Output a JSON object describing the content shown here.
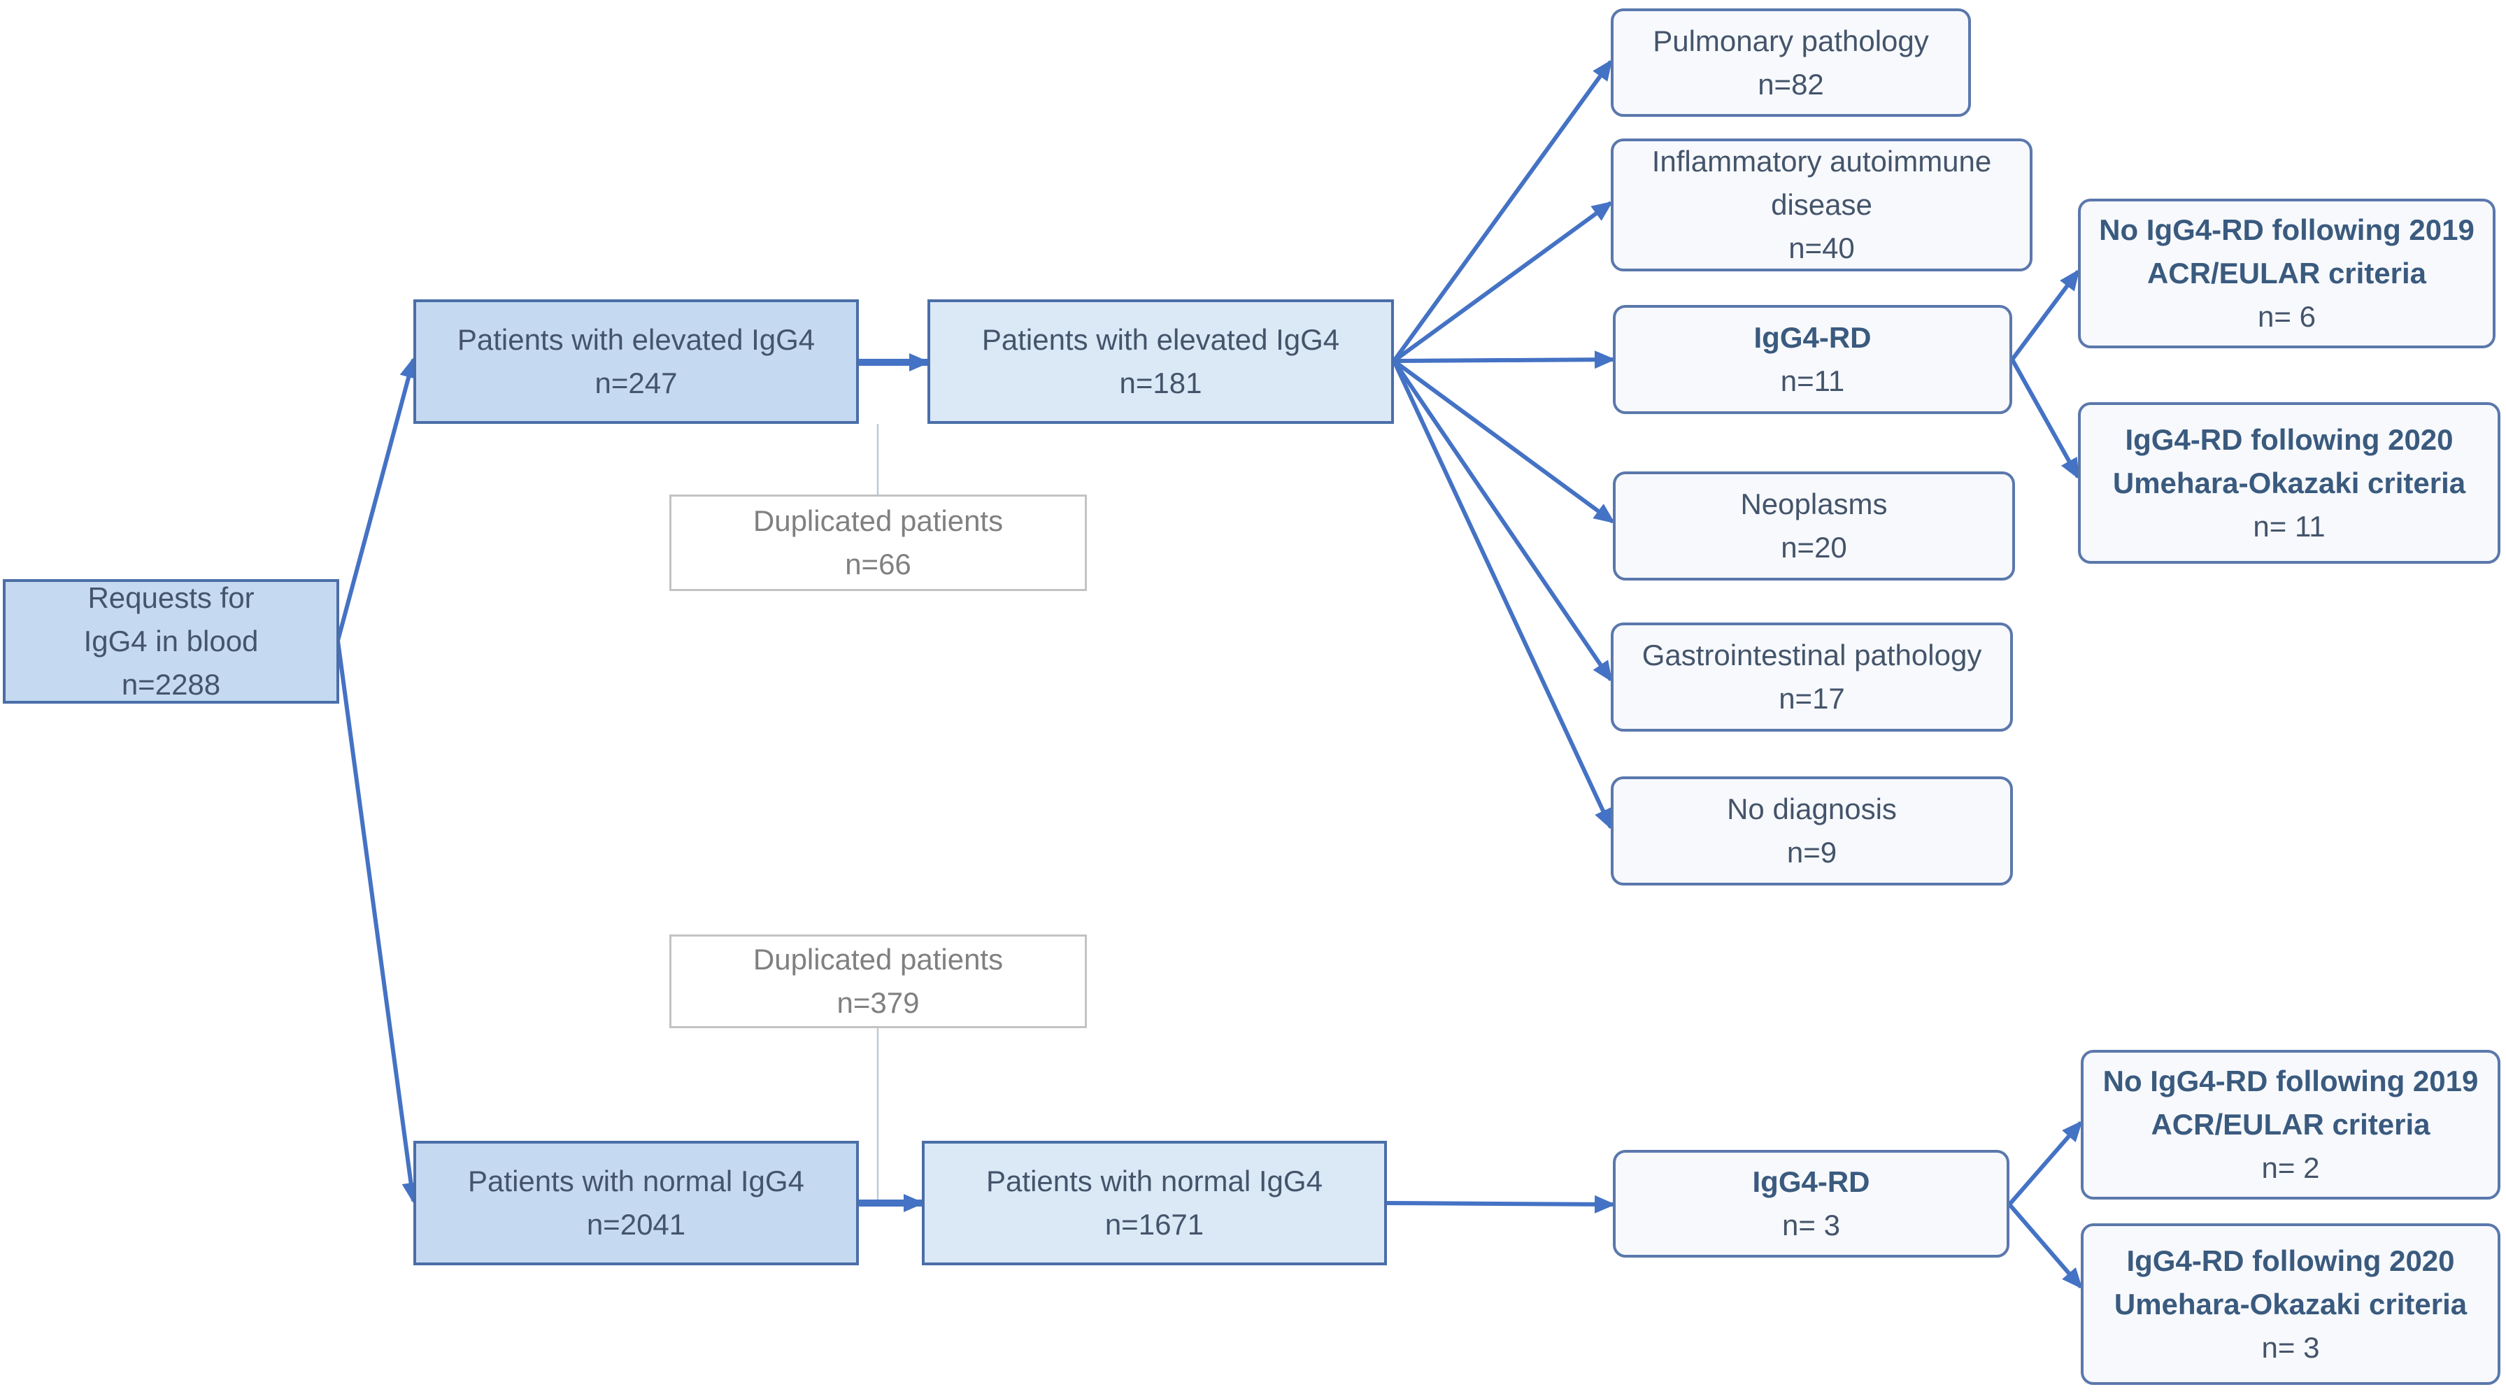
{
  "requests": {
    "line1": "Requests for",
    "line2": "IgG4 in blood",
    "count": "n=2288"
  },
  "elevated_all": {
    "label": "Patients with elevated IgG4",
    "count": "n=247"
  },
  "elevated_unique": {
    "label": "Patients with elevated IgG4",
    "count": "n=181"
  },
  "dup_elevated": {
    "label": "Duplicated patients",
    "count": "n=66"
  },
  "normal_all": {
    "label": "Patients with normal IgG4",
    "count": "n=2041"
  },
  "normal_unique": {
    "label": "Patients with normal IgG4",
    "count": "n=1671"
  },
  "dup_normal": {
    "label": "Duplicated patients",
    "count": "n=379"
  },
  "outcomes_elevated": {
    "pulmonary": {
      "label": "Pulmonary pathology",
      "count": "n=82"
    },
    "inflammatory": {
      "line1": "Inflammatory autoimmune",
      "line2": "disease",
      "count": "n=40"
    },
    "igg4rd": {
      "label": "IgG4-RD",
      "count": "n=11"
    },
    "neoplasms": {
      "label": "Neoplasms",
      "count": "n=20"
    },
    "gastro": {
      "label": "Gastrointestinal pathology",
      "count": "n=17"
    },
    "nodiag": {
      "label": "No diagnosis",
      "count": "n=9"
    }
  },
  "criteria_elevated": {
    "no_rd": {
      "line1": "No IgG4-RD following 2019",
      "line2": "ACR/EULAR criteria",
      "count": "n= 6"
    },
    "rd": {
      "line1": "IgG4-RD following 2020",
      "line2": "Umehara-Okazaki criteria",
      "count": "n= 11"
    }
  },
  "outcome_normal": {
    "label": "IgG4-RD",
    "count": "n= 3"
  },
  "criteria_normal": {
    "no_rd": {
      "line1": "No IgG4-RD following 2019",
      "line2": "ACR/EULAR criteria",
      "count": "n= 2"
    },
    "rd": {
      "line1": "IgG4-RD following 2020",
      "line2": "Umehara-Okazaki criteria",
      "count": "n= 3"
    }
  },
  "colors": {
    "arrow": "#4472c4",
    "box_border": "#4a6ea8",
    "box_fill_dark": "#c5d9f0",
    "box_fill_light": "#dbe8f6",
    "rounded_fill": "#f7f9fd",
    "text": "#44546a",
    "muted_text": "#808080"
  }
}
